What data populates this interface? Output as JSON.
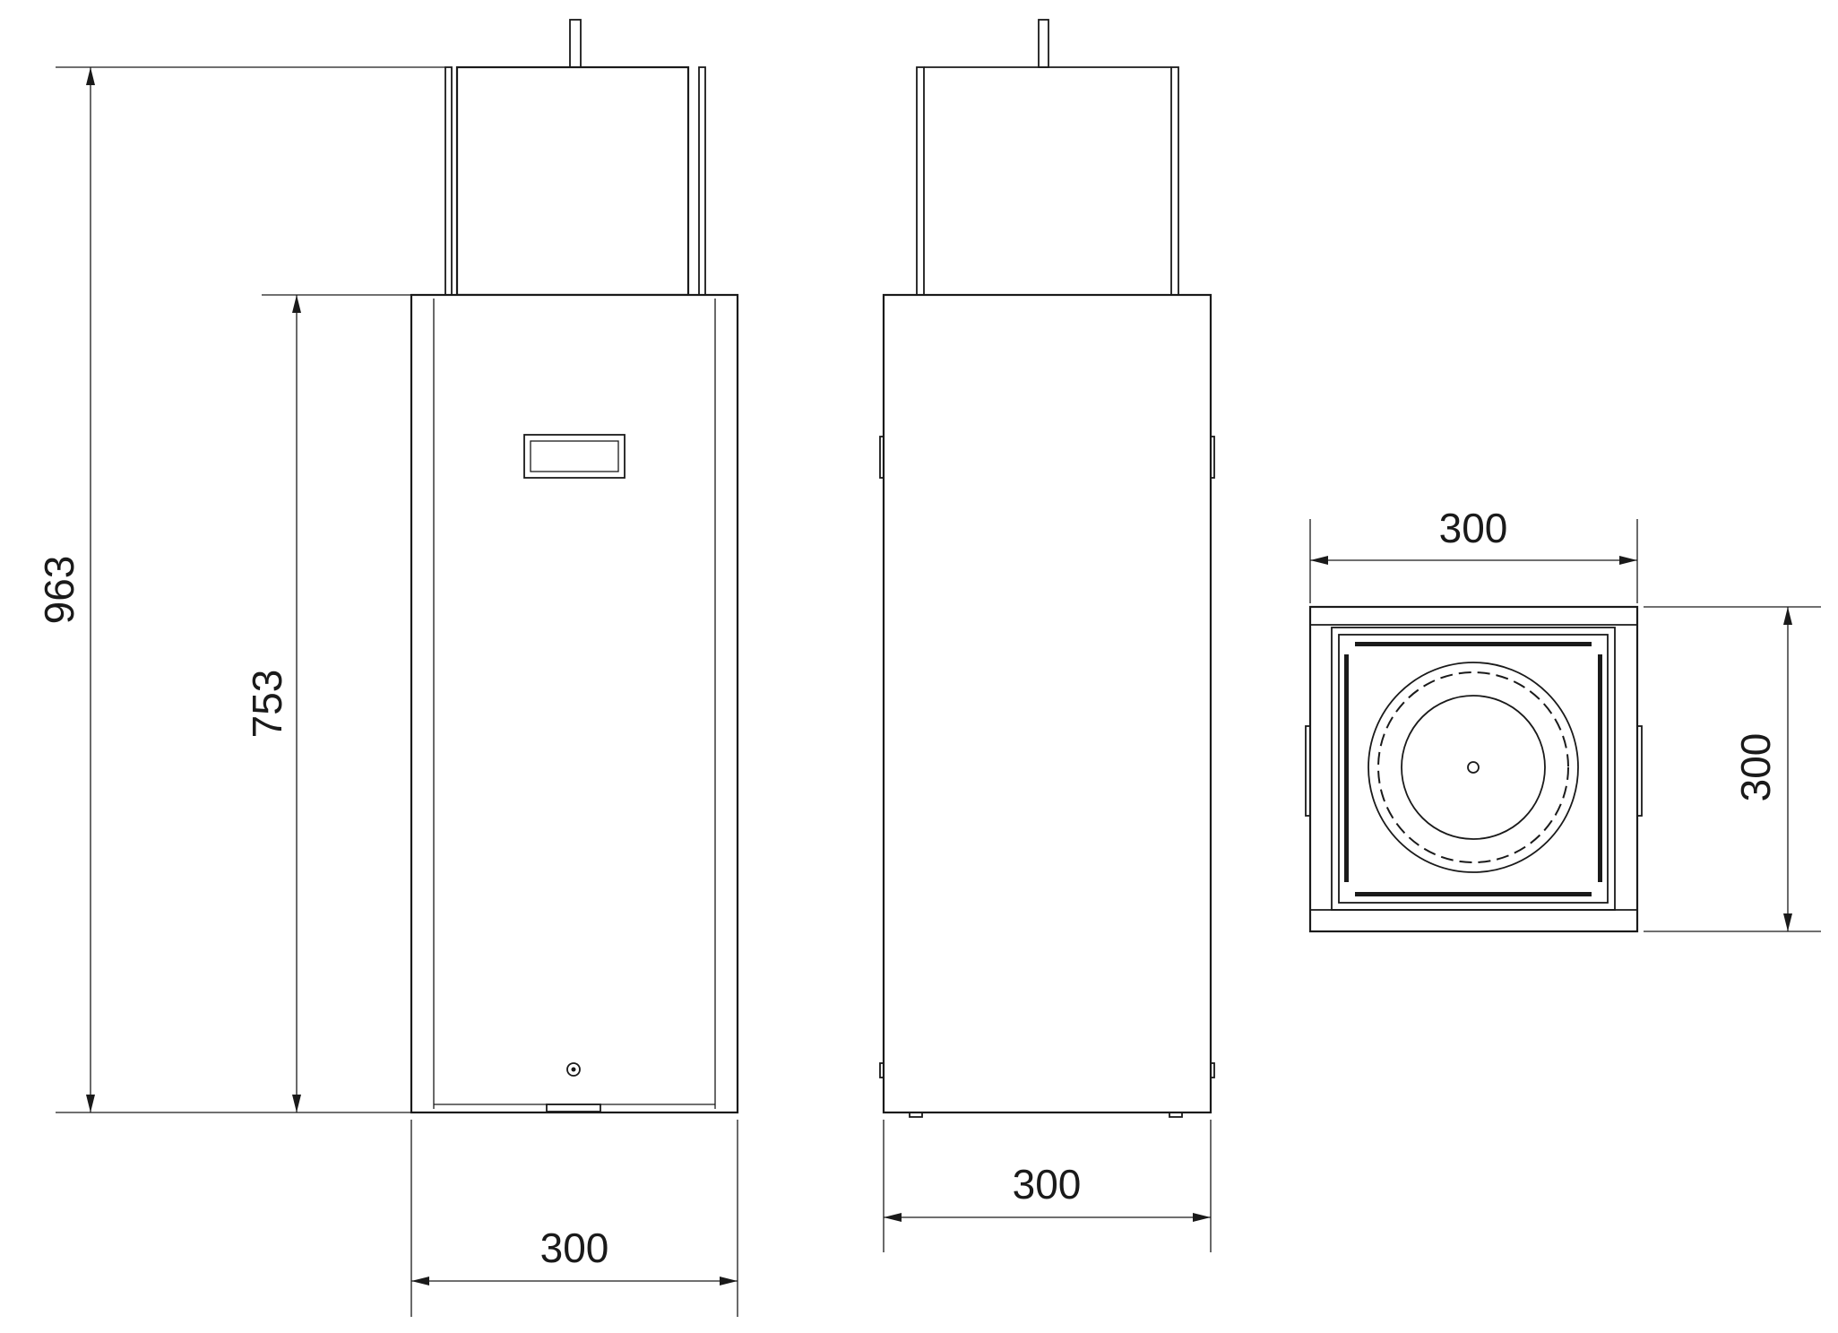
{
  "drawing": {
    "front_view": {
      "overall_height": "963",
      "body_height": "753",
      "width": "300"
    },
    "side_view": {
      "width": "300"
    },
    "top_view": {
      "width": "300",
      "depth": "300"
    },
    "line_color": "#1a1a1a"
  }
}
